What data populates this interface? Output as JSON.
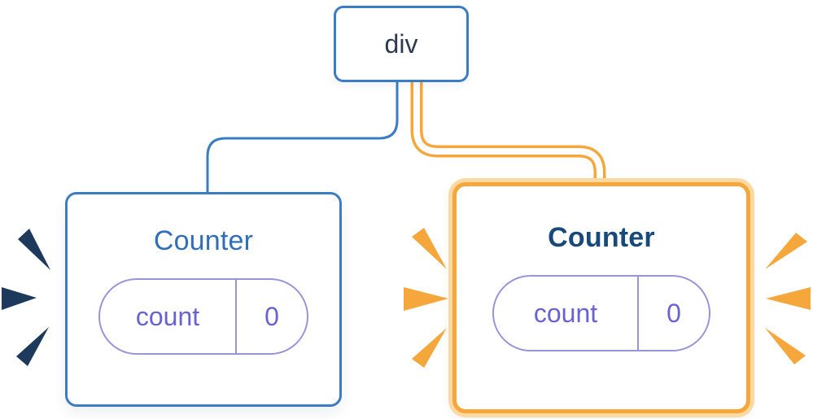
{
  "diagram": {
    "root": {
      "label": "div"
    },
    "children": [
      {
        "label": "Counter",
        "highlighted": false,
        "state": {
          "key": "count",
          "value": "0"
        }
      },
      {
        "label": "Counter",
        "highlighted": true,
        "state": {
          "key": "count",
          "value": "0"
        }
      }
    ]
  },
  "colors": {
    "blue": "#3b7dc4",
    "navy": "#1d3a5c",
    "text-dark": "#2d3b4e",
    "title-left": "#2f6fba",
    "title-right": "#17497a",
    "purple": "#6963d2",
    "purple-border": "#9894d8",
    "orange": "#f5a73b",
    "orange-light": "#fcd9a1",
    "card-bg": "#ffffff"
  }
}
